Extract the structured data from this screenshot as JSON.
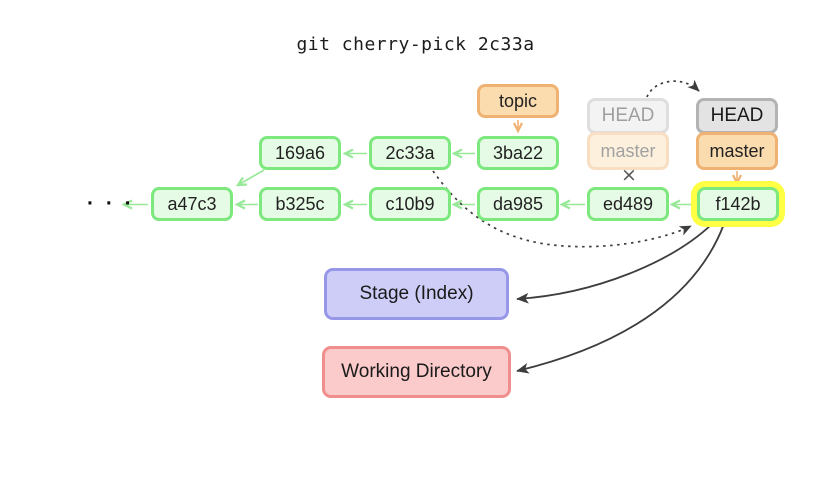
{
  "title": "git cherry-pick 2c33a",
  "graph": {
    "ellipsis": "· · ·",
    "cross": "×",
    "commits": [
      {
        "id": "a47c3"
      },
      {
        "id": "b325c"
      },
      {
        "id": "c10b9"
      },
      {
        "id": "da985"
      },
      {
        "id": "ed489"
      },
      {
        "id": "f142b"
      },
      {
        "id": "169a6"
      },
      {
        "id": "2c33a"
      },
      {
        "id": "3ba22"
      }
    ],
    "refs": {
      "topic": "topic",
      "head_old": "HEAD",
      "master_old": "master",
      "head_new": "HEAD",
      "master_new": "master"
    }
  },
  "areas": {
    "stage": "Stage (Index)",
    "working": "Working Directory"
  },
  "colors": {
    "commit_fill": "#e6fbe6",
    "commit_border": "#7de87d",
    "arrow_green": "#97e897",
    "ref_orange_fill": "#fbdcae",
    "ref_orange_border": "#f0b272",
    "head_gray_fill": "#e3e3e3",
    "head_gray_border": "#b3b3b3",
    "highlight_yellow": "#ffff44",
    "stage_fill": "#cdcdf8",
    "stage_border": "#9797e8",
    "working_fill": "#fbcaca",
    "working_border": "#f08e8e",
    "dark_arrow": "#3d3d3d"
  }
}
